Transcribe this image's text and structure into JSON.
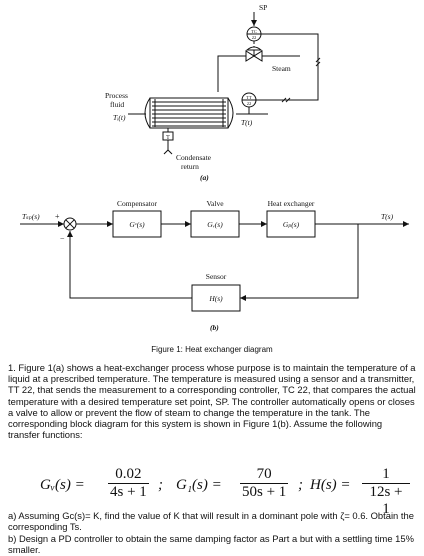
{
  "part_a": {
    "sp": "SP",
    "tc_top": "TC",
    "tc_num": "22",
    "tt_top": "TT",
    "tt_num": "22",
    "steam": "Steam",
    "process1": "Process",
    "process2": "fluid",
    "ti": "Tᵢ(t)",
    "tt_out": "T(t)",
    "trap": "T",
    "cond1": "Condensate",
    "cond2": "return",
    "sublabel": "(a)"
  },
  "part_b": {
    "tsp": "Tₛₚ(s)",
    "plus": "+",
    "minus": "−",
    "comp_label": "Compensator",
    "comp_tf": "Gᶜ(s)",
    "valve_label": "Valve",
    "valve_tf": "Gᵥ(s)",
    "hx_label": "Heat exchanger",
    "hx_tf": "Gₚ(s)",
    "ts": "T(s)",
    "sensor_label": "Sensor",
    "sensor_tf": "H(s)",
    "sublabel": "(b)"
  },
  "caption": "Figure 1: Heat exchanger diagram",
  "problem_text": "1. Figure 1(a) shows a heat-exchanger process whose purpose is to maintain the temperature of a liquid at a prescribed temperature. The temperature is measured using a sensor and a transmitter, TT 22, that sends the measurement to a corresponding controller, TC 22, that compares the actual temperature with a desired temperature set point, SP. The controller automatically opens or closes a valve to allow or prevent the flow of steam to change the temperature in the tank. The corresponding block diagram for this system is shown in Figure 1(b). Assume the following transfer functions:",
  "equations": {
    "gv_lhs": "Gᵥ(s) =",
    "gv_num": "0.02",
    "gv_den": "4s + 1",
    "g1_lhs": "G₁(s) =",
    "g1_num": "70",
    "g1_den": "50s + 1",
    "h_lhs": "H(s) =",
    "h_num": "1",
    "h_den": "12s + 1",
    "sep": ";"
  },
  "questions": {
    "a": "a)  Assuming Gc(s)= K, find the value of K that will result in a dominant pole with ζ= 0.6. Obtain the corresponding Ts.",
    "b": "b)  Design a PD controller to obtain the same damping factor as Part a but with a settling time 15% smaller."
  }
}
